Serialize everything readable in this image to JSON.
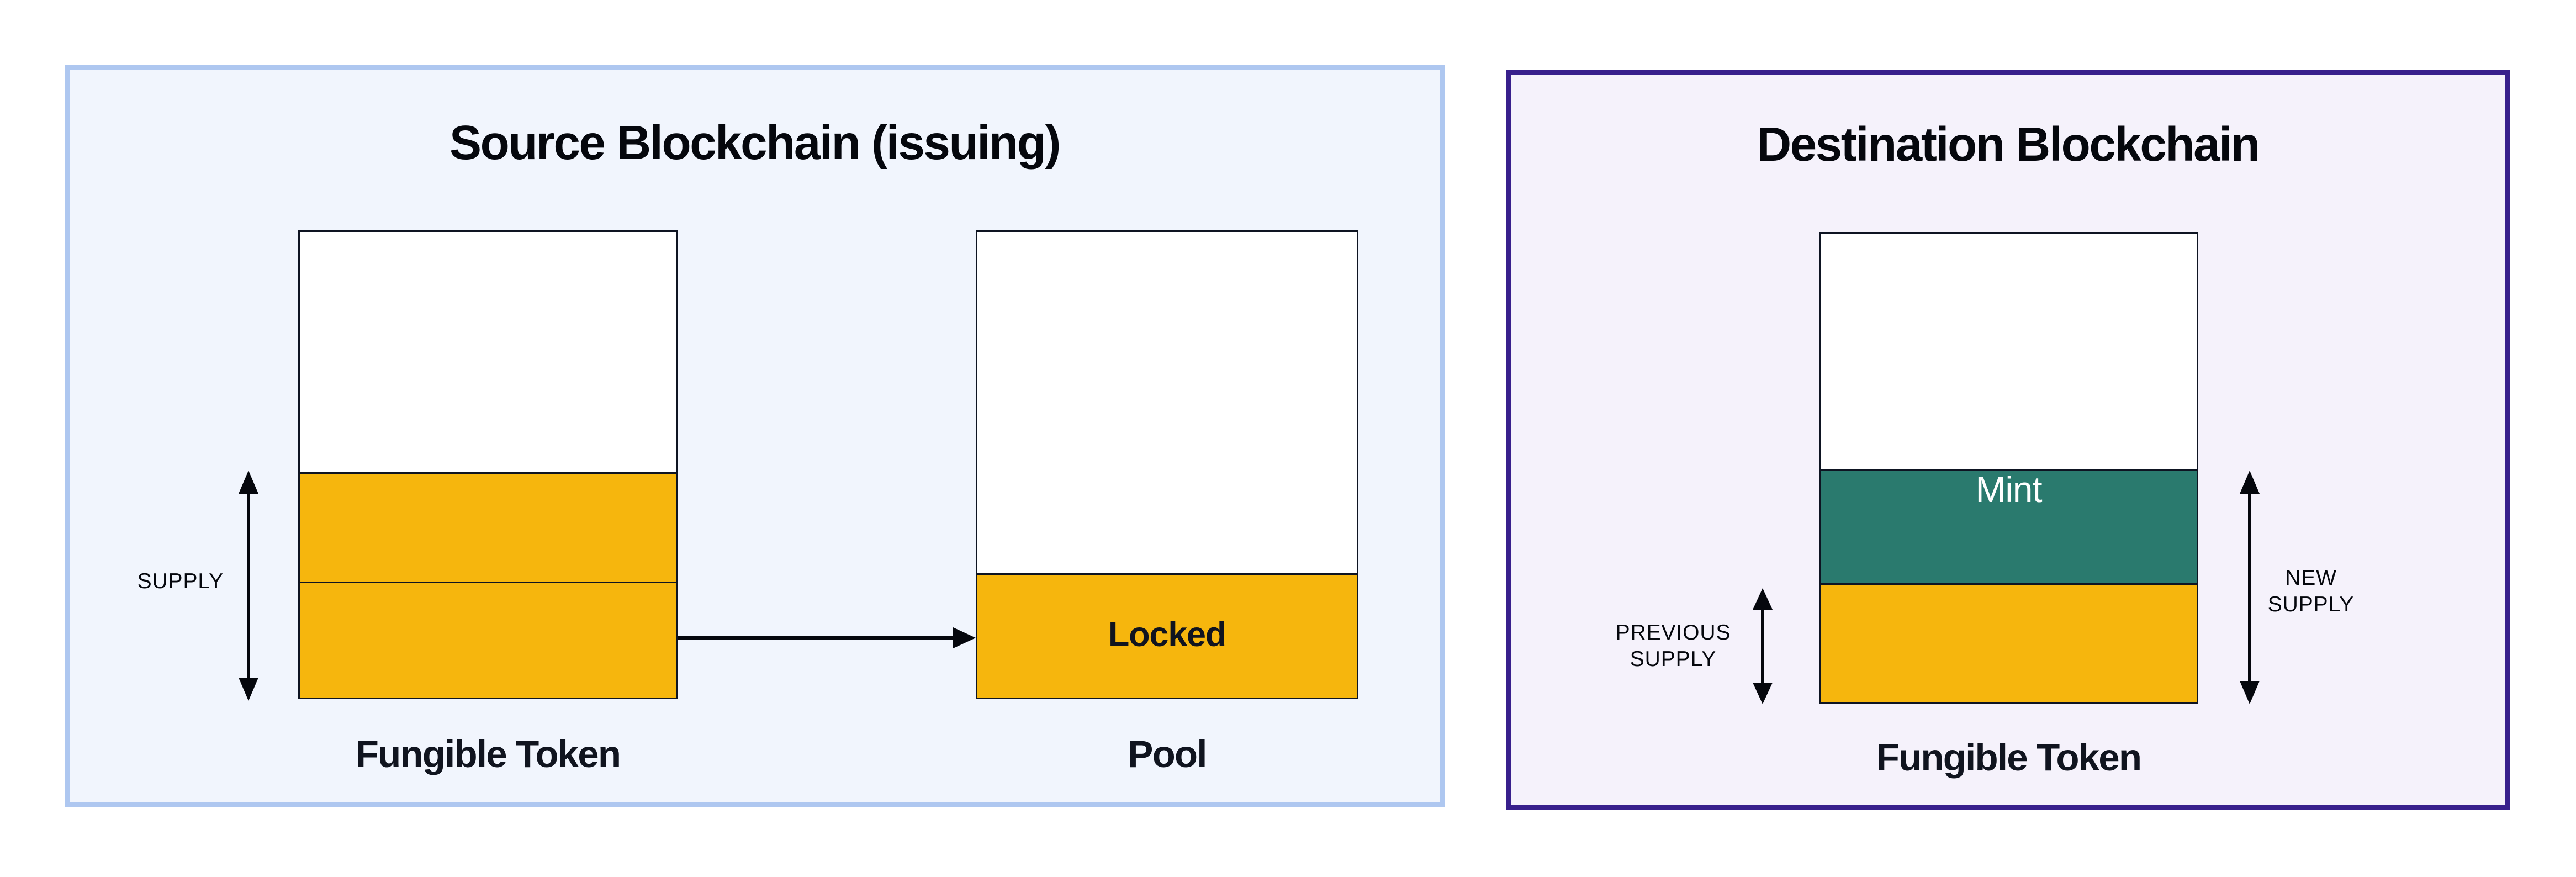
{
  "source_panel": {
    "title": "Source Blockchain (issuing)",
    "supply_label": "SUPPLY",
    "token_bar": {
      "caption": "Fungible Token"
    },
    "pool_bar": {
      "caption": "Pool",
      "locked_label": "Locked"
    }
  },
  "destination_panel": {
    "title": "Destination Blockchain",
    "previous_supply_label": {
      "line1": "PREVIOUS",
      "line2": "SUPPLY"
    },
    "new_supply_label": {
      "line1": "NEW",
      "line2": "SUPPLY"
    },
    "token_bar": {
      "caption": "Fungible Token",
      "mint_label": "Mint"
    }
  },
  "colors": {
    "token_yellow": "#F6B60D",
    "mint_teal": "#2A7A6E",
    "bar_outline": "#0E1422",
    "source_panel_bg": "#F1F5FD",
    "source_panel_border": "#AEC7F0",
    "destination_panel_bg": "#F5F2FB",
    "destination_panel_border": "#38208C",
    "label_text": "#10141F",
    "title_text": "#05070D",
    "mint_label_text": "#FFFFFF"
  }
}
